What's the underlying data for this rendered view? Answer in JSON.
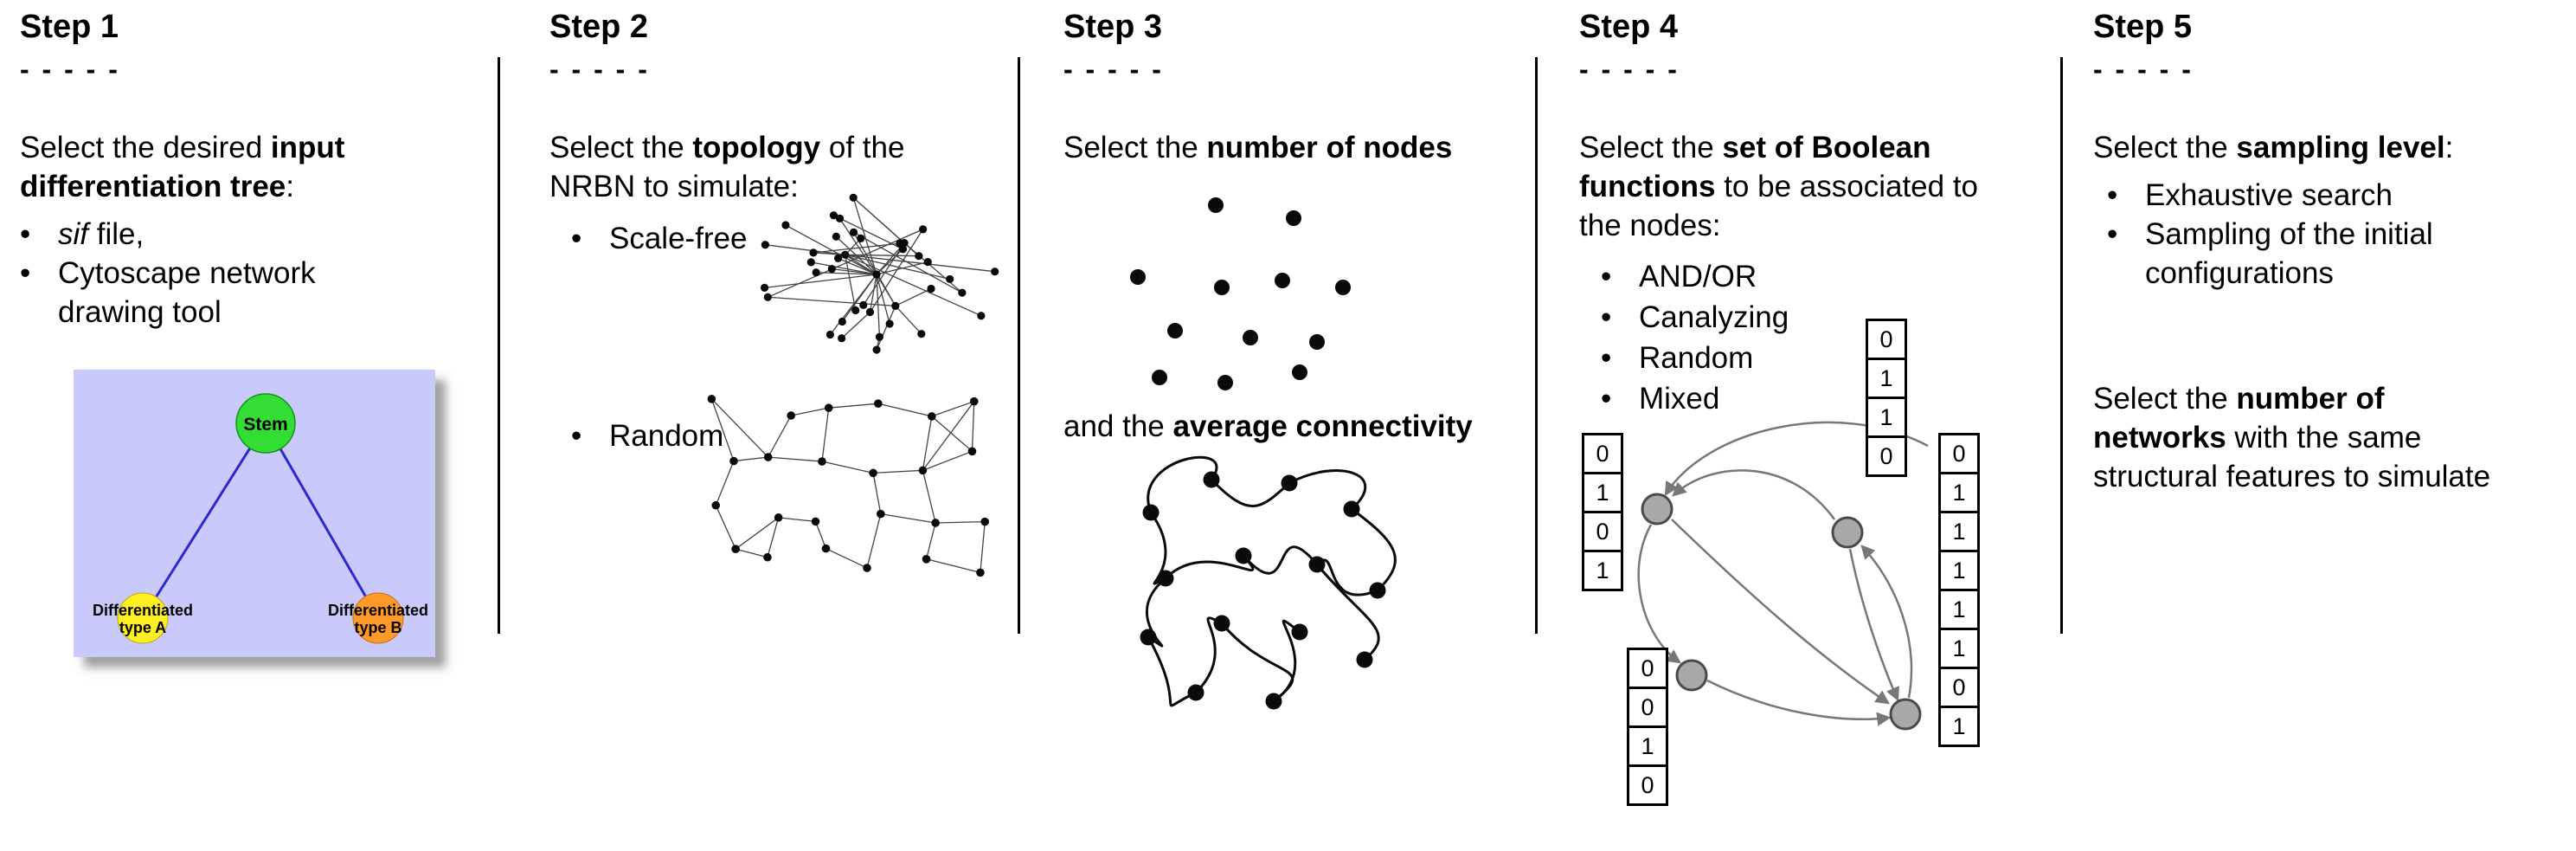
{
  "bullet_char": "•",
  "dash_line": "- - - - -",
  "steps": [
    {
      "title": "Step 1",
      "lines": [
        {
          "pre": "Select the desired ",
          "bold": "input",
          "post": ""
        },
        {
          "pre": "",
          "bold": "differentiation tree",
          "post": ":"
        }
      ],
      "bullets": [
        {
          "italic": "sif",
          "rest": " file,"
        },
        {
          "text": "Cytoscape network drawing tool"
        }
      ],
      "tree": {
        "stem_label": "Stem",
        "type_a_line1": "Differentiated",
        "type_a_line2": "type A",
        "type_b_line1": "Differentiated",
        "type_b_line2": "type B",
        "colors": {
          "background": "#c9c9fb",
          "edge": "#2a2ac8",
          "stem": "#33dd33",
          "type_a": "#ffee22",
          "type_b": "#ff9928"
        }
      }
    },
    {
      "title": "Step 2",
      "lines": [
        {
          "pre": "Select the ",
          "bold": "topology",
          "post": " of the"
        },
        {
          "pre": "NRBN to simulate:",
          "bold": "",
          "post": ""
        }
      ],
      "bullets": [
        {
          "text": "Scale-free"
        },
        {
          "text": "Random"
        }
      ]
    },
    {
      "title": "Step 3",
      "lines": [
        {
          "pre": "Select the ",
          "bold": "number of nodes",
          "post": ""
        }
      ],
      "lines2": [
        {
          "pre": "and the ",
          "bold": "average connectivity",
          "post": ""
        }
      ]
    },
    {
      "title": "Step 4",
      "lines": [
        {
          "pre": "Select the ",
          "bold": "set of Boolean",
          "post": ""
        },
        {
          "pre": "",
          "bold": "functions",
          "post": " to be associated to"
        },
        {
          "pre": "the nodes:",
          "bold": "",
          "post": ""
        }
      ],
      "bullets": [
        {
          "text": "AND/OR"
        },
        {
          "text": "Canalyzing"
        },
        {
          "text": "Random"
        },
        {
          "text": "Mixed"
        }
      ],
      "boolean_tables": {
        "left": [
          "0",
          "1",
          "0",
          "1"
        ],
        "top": [
          "0",
          "1",
          "1",
          "0"
        ],
        "bottom": [
          "0",
          "0",
          "1",
          "0"
        ],
        "right": [
          "0",
          "1",
          "1",
          "1",
          "1",
          "1",
          "0",
          "1"
        ]
      }
    },
    {
      "title": "Step 5",
      "lines": [
        {
          "pre": "Select the ",
          "bold": "sampling level",
          "post": ":"
        }
      ],
      "bullets": [
        {
          "text": "Exhaustive search"
        },
        {
          "text": "Sampling of the initial configurations"
        }
      ],
      "lines2": [
        {
          "pre": "Select the ",
          "bold": "number of",
          "post": ""
        },
        {
          "pre": "",
          "bold": "networks",
          "post": " with the same"
        },
        {
          "pre": "structural features to simulate",
          "bold": "",
          "post": ""
        }
      ]
    }
  ]
}
